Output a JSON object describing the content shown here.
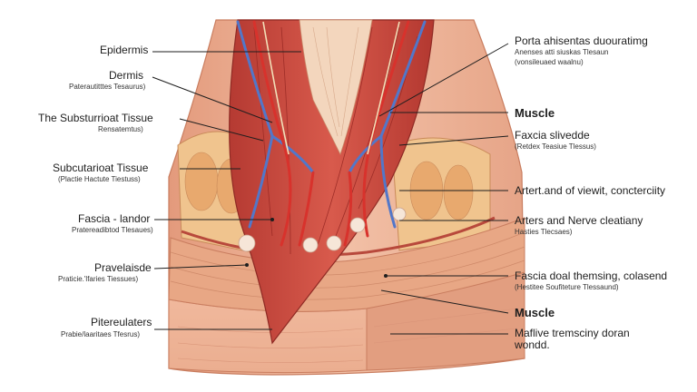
{
  "left_labels": [
    {
      "main": "Epidermis",
      "sub": ""
    },
    {
      "main": "Dermis",
      "sub": "Paterautitttes Tesaurus)"
    },
    {
      "main": "The Substurrioat Tissue",
      "sub": "Rensatemtus)"
    },
    {
      "main": "Subcutarioat Tissue",
      "sub": "(Plactie Hactute Tiestuss)"
    },
    {
      "main": "Fascia - landor",
      "sub": "Pratereadibtod Tlesaues)"
    },
    {
      "main": "Pravelaisde",
      "sub": "Praticie.'lfaries Tiessues)"
    },
    {
      "main": "Pitereulaters",
      "sub": "Prabie/laaritaes Tfesrus)"
    }
  ],
  "right_labels": [
    {
      "main": "Porta ahisentas duouratimg",
      "sub": "Anenses atti siuskas Tlesaun",
      "sub2": "(vonsileuaed waalnu)"
    },
    {
      "main": "Muscle",
      "sub": ""
    },
    {
      "main": "Faxcia slivedde",
      "sub": "(Retdex Teasiue Tlessus)"
    },
    {
      "main": "Artert.and of viewit, concterciity",
      "sub": ""
    },
    {
      "main": "Arters and Nerve cleatiany",
      "sub": "Hasties Tlecsaes)"
    },
    {
      "main": "Fascia doal themsing, colasend",
      "sub": "(Hestitee Soufiteture Tlessaund)"
    },
    {
      "main": "Muscle",
      "sub": ""
    },
    {
      "main": "Maflive tremsciny doran",
      "sub": "wondd."
    }
  ],
  "colors": {
    "skin": "#e9a88a",
    "skin_light": "#f3c9b0",
    "muscle": "#c8463c",
    "muscle_dark": "#9e2d27",
    "fat": "#f0c48e",
    "artery": "#d8322c",
    "vein": "#5277c9",
    "nerve": "#f2dfb8",
    "leader": "#1e1e1e"
  }
}
